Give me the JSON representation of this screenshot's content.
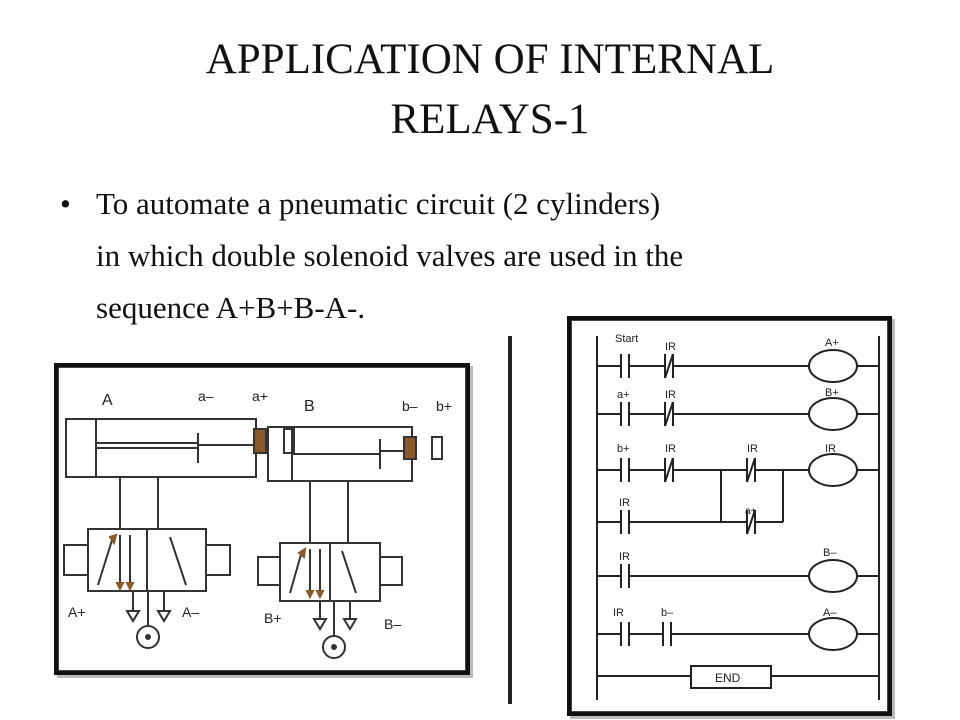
{
  "slide": {
    "title": "APPLICATION OF INTERNAL\nRELAYS-1",
    "bullet": "To automate a pneumatic circuit (2 cylinders)\nin which double solenoid valves are used in the\nsequence A+B+B-A-."
  },
  "pneumatic": {
    "cylinder_a": "A",
    "cylinder_b": "B",
    "switch_a_minus": "a–",
    "switch_a_plus": "a+",
    "switch_b_minus": "b–",
    "switch_b_plus": "b+",
    "sol_a_plus": "A+",
    "sol_a_minus": "A–",
    "sol_b_plus": "B+",
    "sol_b_minus": "B–"
  },
  "ladder": {
    "start": "Start",
    "ir": "IR",
    "a_plus": "a+",
    "b_plus": "b+",
    "b_minus": "b–",
    "out_a_plus": "A+",
    "out_b_plus": "B+",
    "out_ir": "IR",
    "out_b_minus": "B–",
    "out_a_minus": "A–",
    "end": "END"
  }
}
